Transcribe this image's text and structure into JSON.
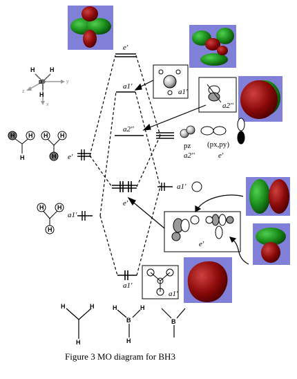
{
  "caption": "Figure 3 MO diagram for BH3",
  "mo_levels": {
    "e_prime_antibonding": "e'",
    "a1_prime_antibonding": "a1'",
    "a2_double_prime": "a2''",
    "e_prime_bonding": "e'",
    "a1_prime_bonding": "a1'"
  },
  "boron_orbitals": {
    "p_label": "e'",
    "p_pz": "pz",
    "p_a2": "a2''",
    "p_pxpy": "(px,py)",
    "p_e": "e'",
    "s_label": "a1'"
  },
  "fragment_labels": {
    "h3_e": "e'",
    "h3_a1": "a1'"
  },
  "box_labels": {
    "a1_anti": "a1'",
    "a2_box": "a2''",
    "e_box": "e'",
    "a1_box": "a1'"
  },
  "axis_labels": {
    "x": "x",
    "y": "y",
    "z": "z"
  },
  "atom_symbols": {
    "B": "B",
    "H": "H"
  },
  "colors": {
    "orbital_green": "#1a8a1a",
    "orbital_red": "#8b0a0a",
    "panel_bg": "#8080d8"
  }
}
